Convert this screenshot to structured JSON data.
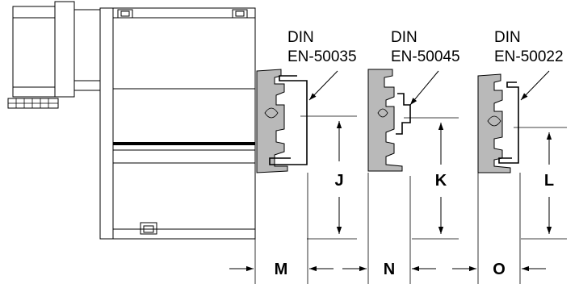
{
  "rails": [
    {
      "id": "rail-1",
      "line1": "DIN",
      "line2": "EN-50035",
      "height_label": "J",
      "width_label": "M"
    },
    {
      "id": "rail-2",
      "line1": "DIN",
      "line2": "EN-50045",
      "height_label": "K",
      "width_label": "N"
    },
    {
      "id": "rail-3",
      "line1": "DIN",
      "line2": "EN-50022",
      "height_label": "L",
      "width_label": "O"
    }
  ]
}
